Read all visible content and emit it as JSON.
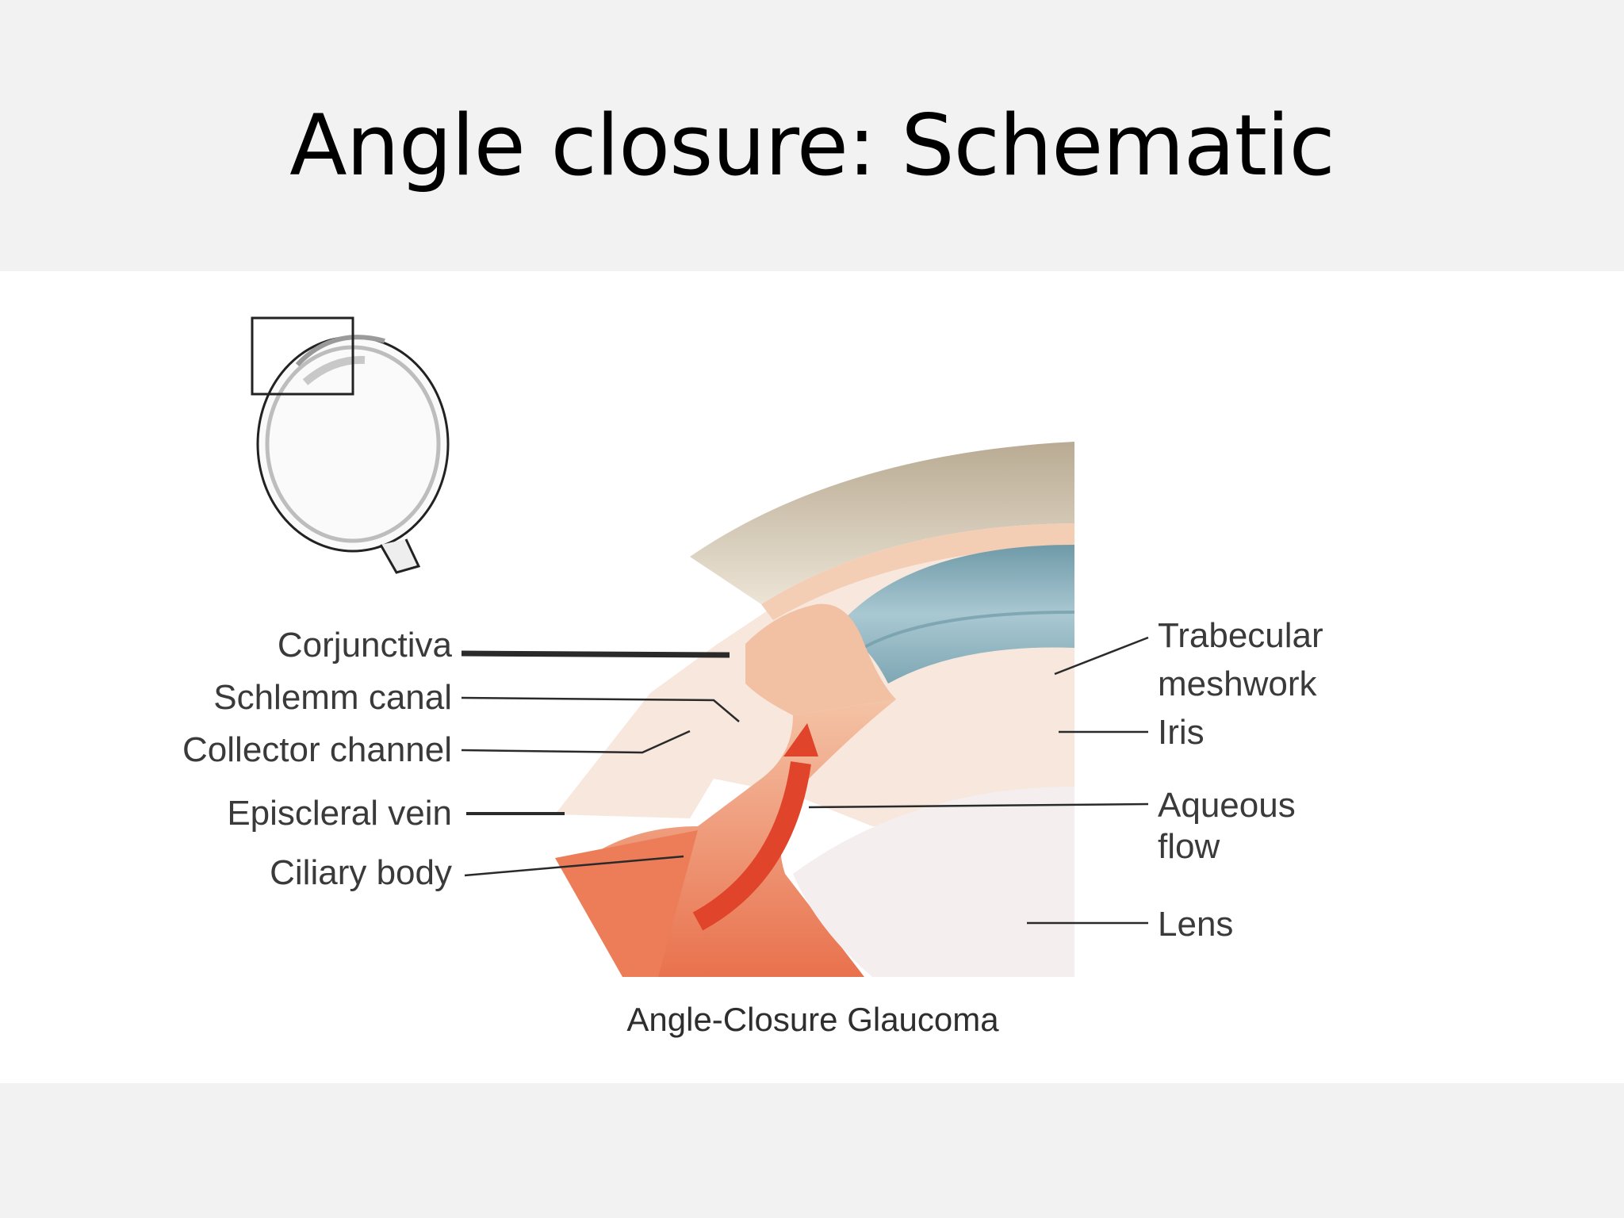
{
  "slide": {
    "title": "Angle closure: Schematic"
  },
  "figure": {
    "caption": "Angle-Closure Glaucoma",
    "labels_left": [
      "Corjunctiva",
      "Schlemm canal",
      "Collector channel",
      "Episcleral vein",
      "Ciliary body"
    ],
    "labels_right": {
      "trabecular_line1": "Trabecular",
      "trabecular_line2": "meshwork",
      "iris": "Iris",
      "aqueous_line1": "Aqueous",
      "aqueous_line2": "flow",
      "lens": "Lens"
    },
    "colors": {
      "cornea": "#c9bba6",
      "iris": "#8fb3bf",
      "tissue": "#f0b79a",
      "ciliary": "#ee8a66",
      "arrow": "#e0442a"
    }
  }
}
